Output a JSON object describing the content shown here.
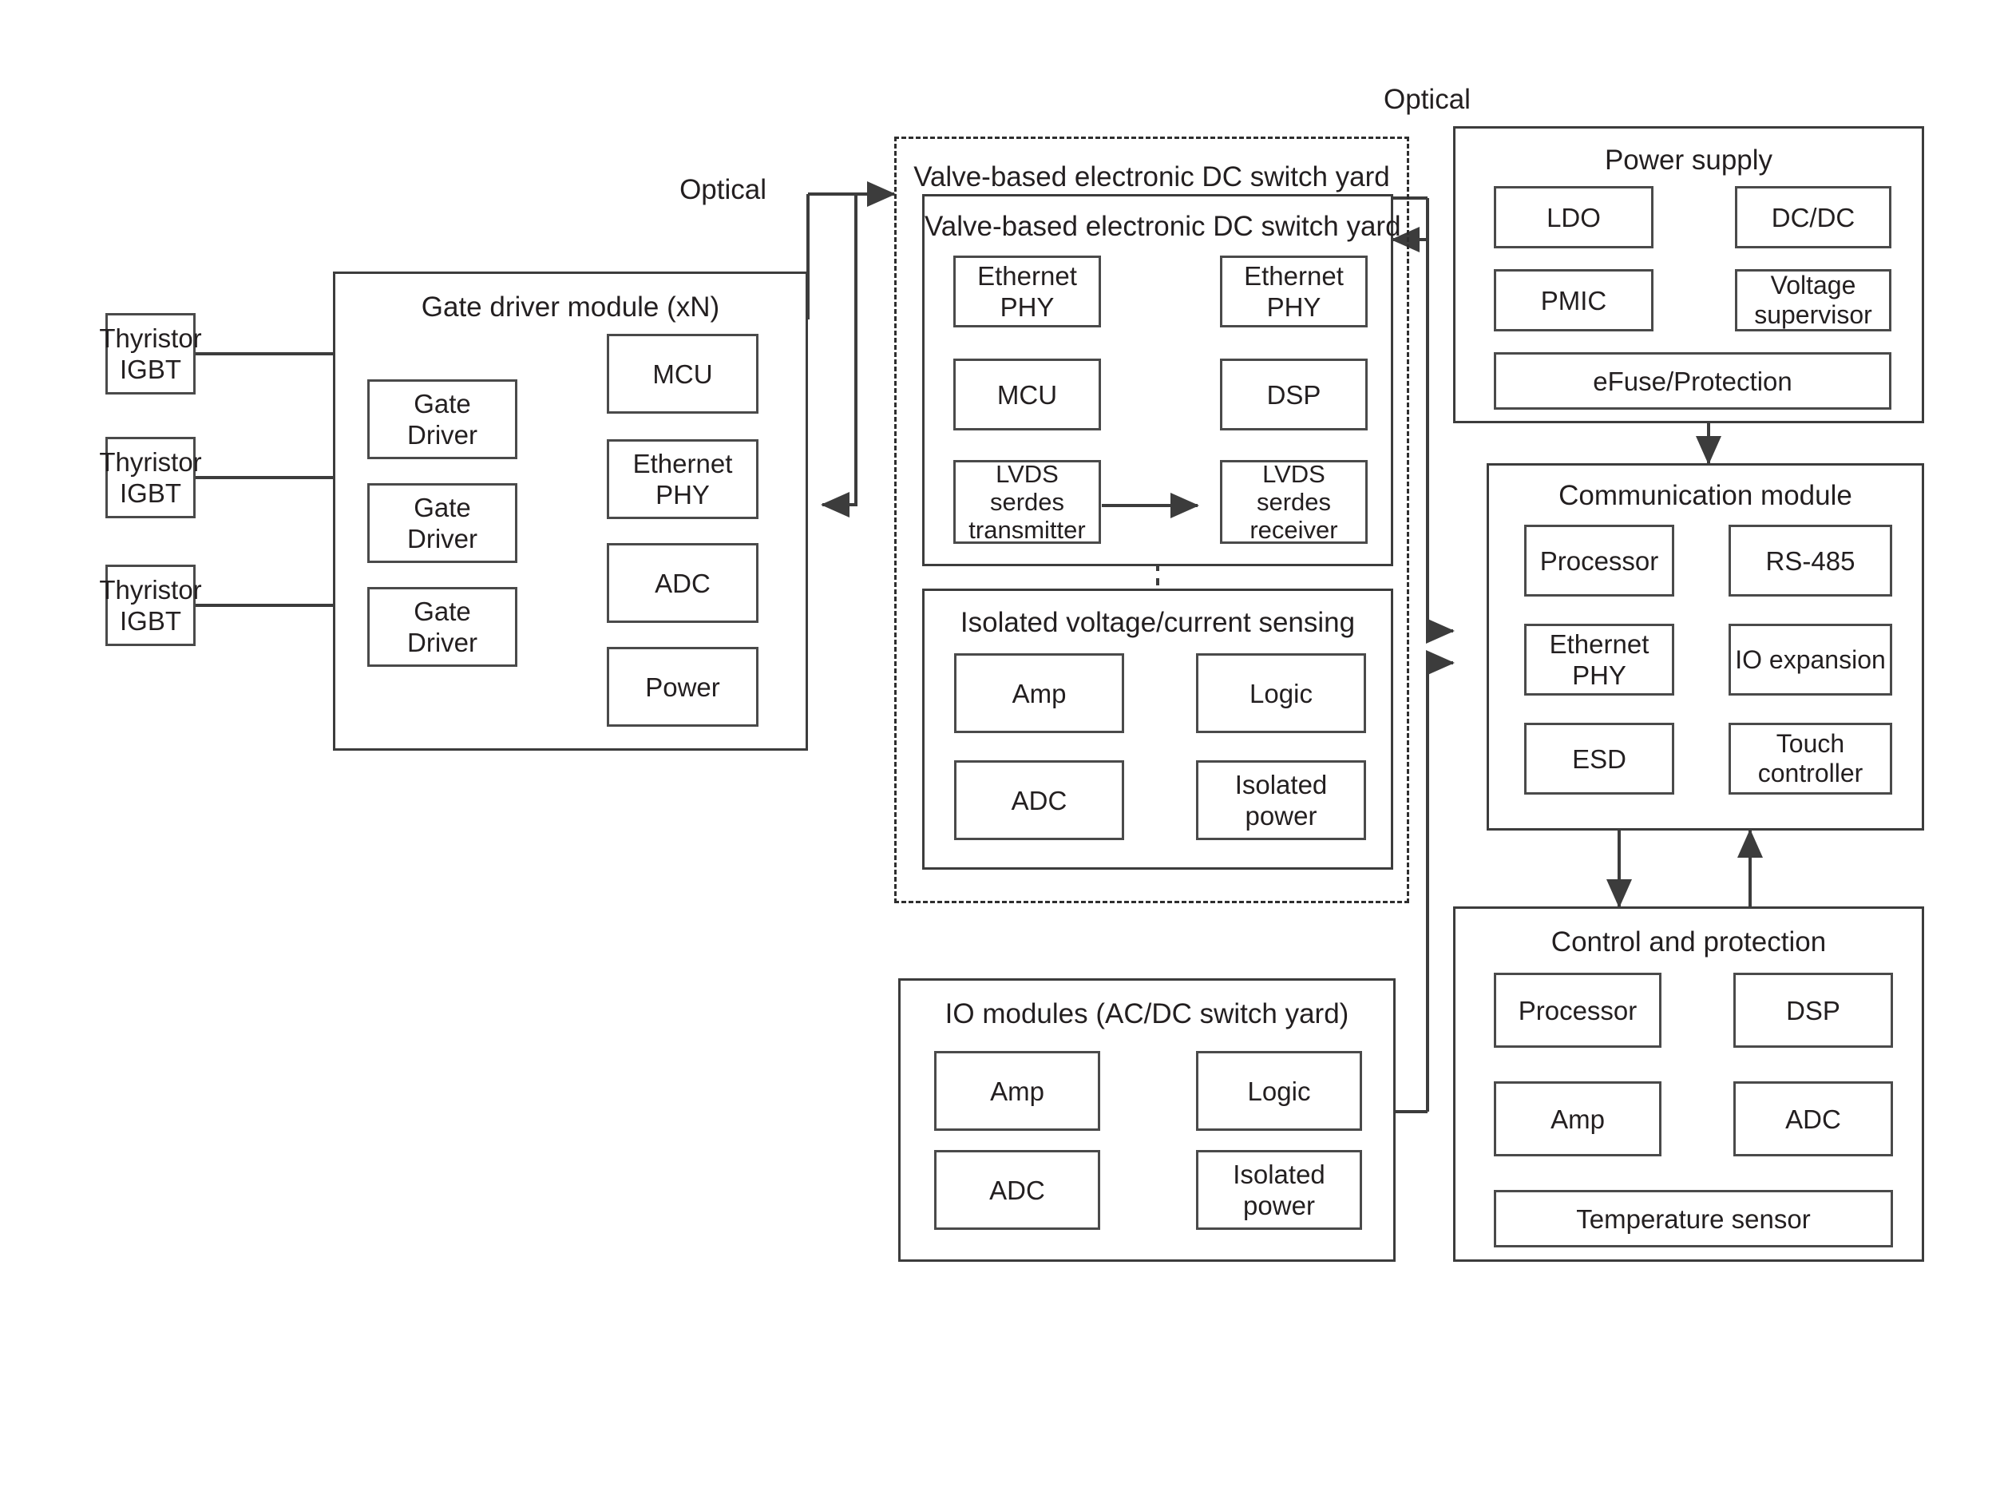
{
  "diagram": {
    "title_visible": false,
    "colors": {
      "line": "#3c3c3c",
      "text": "#231f20",
      "arrow": "#3c3c3c",
      "background": "#ffffff"
    },
    "labels": {
      "optical_left": "Optical",
      "optical_top": "Optical"
    },
    "groups": {
      "thyristors": [
        {
          "label_line1": "Thyristor",
          "label_line2": "IGBT"
        },
        {
          "label_line1": "Thyristor",
          "label_line2": "IGBT"
        },
        {
          "label_line1": "Thyristor",
          "label_line2": "IGBT"
        }
      ],
      "gate_driver_module": {
        "title": "Gate driver module (xN)",
        "left_column": [
          {
            "label_line1": "Gate",
            "label_line2": "Driver"
          },
          {
            "label_line1": "Gate",
            "label_line2": "Driver"
          },
          {
            "label_line1": "Gate",
            "label_line2": "Driver"
          }
        ],
        "right_column": [
          {
            "label_line1": "MCU",
            "label_line2": ""
          },
          {
            "label_line1": "Ethernet",
            "label_line2": "PHY"
          },
          {
            "label_line1": "ADC",
            "label_line2": ""
          },
          {
            "label_line1": "Power",
            "label_line2": ""
          }
        ]
      },
      "valve_yard_outer": {
        "title": "Valve-based electronic DC switch yard"
      },
      "valve_yard_inner": {
        "title": "Valve-based electronic DC switch yard",
        "left_column": [
          {
            "label_line1": "Ethernet",
            "label_line2": "PHY"
          },
          {
            "label_line1": "MCU",
            "label_line2": ""
          },
          {
            "label_line1": "LVDS",
            "label_line2": "serdes",
            "label_line3": "transmitter"
          }
        ],
        "right_column": [
          {
            "label_line1": "Ethernet",
            "label_line2": "PHY"
          },
          {
            "label_line1": "DSP",
            "label_line2": ""
          },
          {
            "label_line1": "LVDS",
            "label_line2": "serdes",
            "label_line3": "receiver"
          }
        ]
      },
      "isolated_sensing": {
        "title": "Isolated voltage/current sensing",
        "left_column": [
          {
            "label_line1": "Amp",
            "label_line2": ""
          },
          {
            "label_line1": "ADC",
            "label_line2": ""
          }
        ],
        "right_column": [
          {
            "label_line1": "Logic",
            "label_line2": ""
          },
          {
            "label_line1": "Isolated",
            "label_line2": "power"
          }
        ]
      },
      "io_modules": {
        "title": "IO modules (AC/DC switch yard)",
        "left_column": [
          {
            "label_line1": "Amp",
            "label_line2": ""
          },
          {
            "label_line1": "ADC",
            "label_line2": ""
          }
        ],
        "right_column": [
          {
            "label_line1": "Logic",
            "label_line2": ""
          },
          {
            "label_line1": "Isolated",
            "label_line2": "power"
          }
        ]
      },
      "power_supply": {
        "title": "Power supply",
        "left_column": [
          {
            "label_line1": "LDO",
            "label_line2": ""
          },
          {
            "label_line1": "PMIC",
            "label_line2": ""
          }
        ],
        "right_column": [
          {
            "label_line1": "DC/DC",
            "label_line2": ""
          },
          {
            "label_line1": "Voltage",
            "label_line2": "supervisor"
          }
        ],
        "wide_row": [
          {
            "label_line1": "eFuse/Protection",
            "label_line2": ""
          }
        ]
      },
      "communication_module": {
        "title": "Communication module",
        "left_column": [
          {
            "label_line1": "Processor",
            "label_line2": ""
          },
          {
            "label_line1": "Ethernet",
            "label_line2": "PHY"
          },
          {
            "label_line1": "ESD",
            "label_line2": ""
          }
        ],
        "right_column": [
          {
            "label_line1": "RS-485",
            "label_line2": ""
          },
          {
            "label_line1": "IO expansion",
            "label_line2": ""
          },
          {
            "label_line1": "Touch",
            "label_line2": "controller"
          }
        ]
      },
      "control_protection": {
        "title": "Control and protection",
        "left_column": [
          {
            "label_line1": "Processor",
            "label_line2": ""
          },
          {
            "label_line1": "Amp",
            "label_line2": ""
          }
        ],
        "right_column": [
          {
            "label_line1": "DSP",
            "label_line2": ""
          },
          {
            "label_line1": "ADC",
            "label_line2": ""
          }
        ],
        "wide_row": [
          {
            "label_line1": "Temperature sensor",
            "label_line2": ""
          }
        ]
      }
    }
  }
}
